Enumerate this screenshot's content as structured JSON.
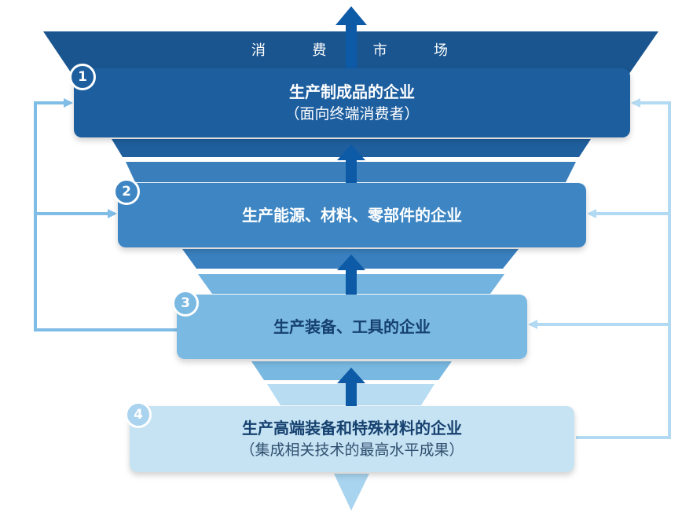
{
  "market": {
    "chars": [
      "消",
      "费",
      "市",
      "场"
    ]
  },
  "tiers": [
    {
      "number": "1",
      "title": "生产制成品的企业",
      "subtitle": "（面向终端消费者）"
    },
    {
      "number": "2",
      "title": "生产能源、材料、零部件的企业",
      "subtitle": ""
    },
    {
      "number": "3",
      "title": "生产装备、工具的企业",
      "subtitle": ""
    },
    {
      "number": "4",
      "title": "生产高端装备和特殊材料的企业",
      "subtitle": "（集成相关技术的最高水平成果）"
    }
  ],
  "colors": {
    "tier1": "#1d5e9f",
    "tier2": "#3d86c3",
    "tier3": "#7ab9e2",
    "tier4": "#c6e3f4",
    "arrow_up": "#0d5aa7",
    "feedback_left": "#7fbde6",
    "feedback_right": "#b2daf2"
  }
}
